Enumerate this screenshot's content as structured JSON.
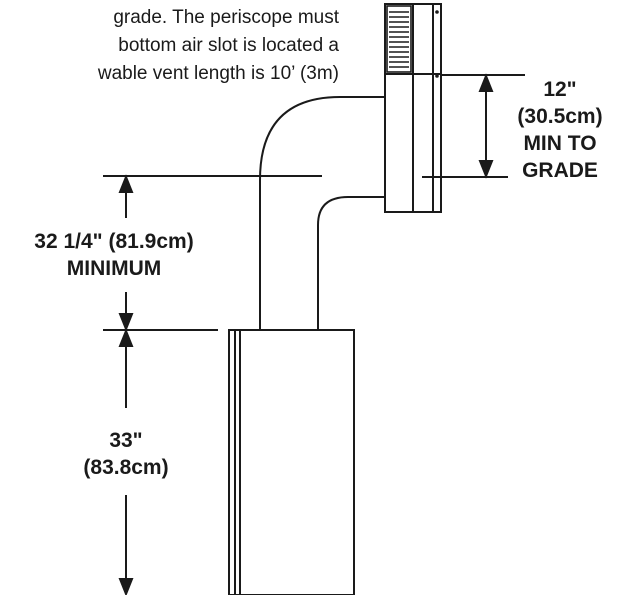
{
  "intro_text": {
    "line1": "grade. The periscope must",
    "line2": "bottom air slot is located a",
    "line3": "wable vent length is 10’ (3m)"
  },
  "labels": {
    "clearance_grade": {
      "line1": "12\"",
      "line2": "(30.5cm)",
      "line3": "MIN TO",
      "line4": "GRADE"
    },
    "vertical_min": {
      "line1": "32 1/4\" (81.9cm)",
      "line2": "MINIMUM"
    },
    "unit_height": {
      "line1": "33\"",
      "line2": "(83.8cm)"
    }
  }
}
